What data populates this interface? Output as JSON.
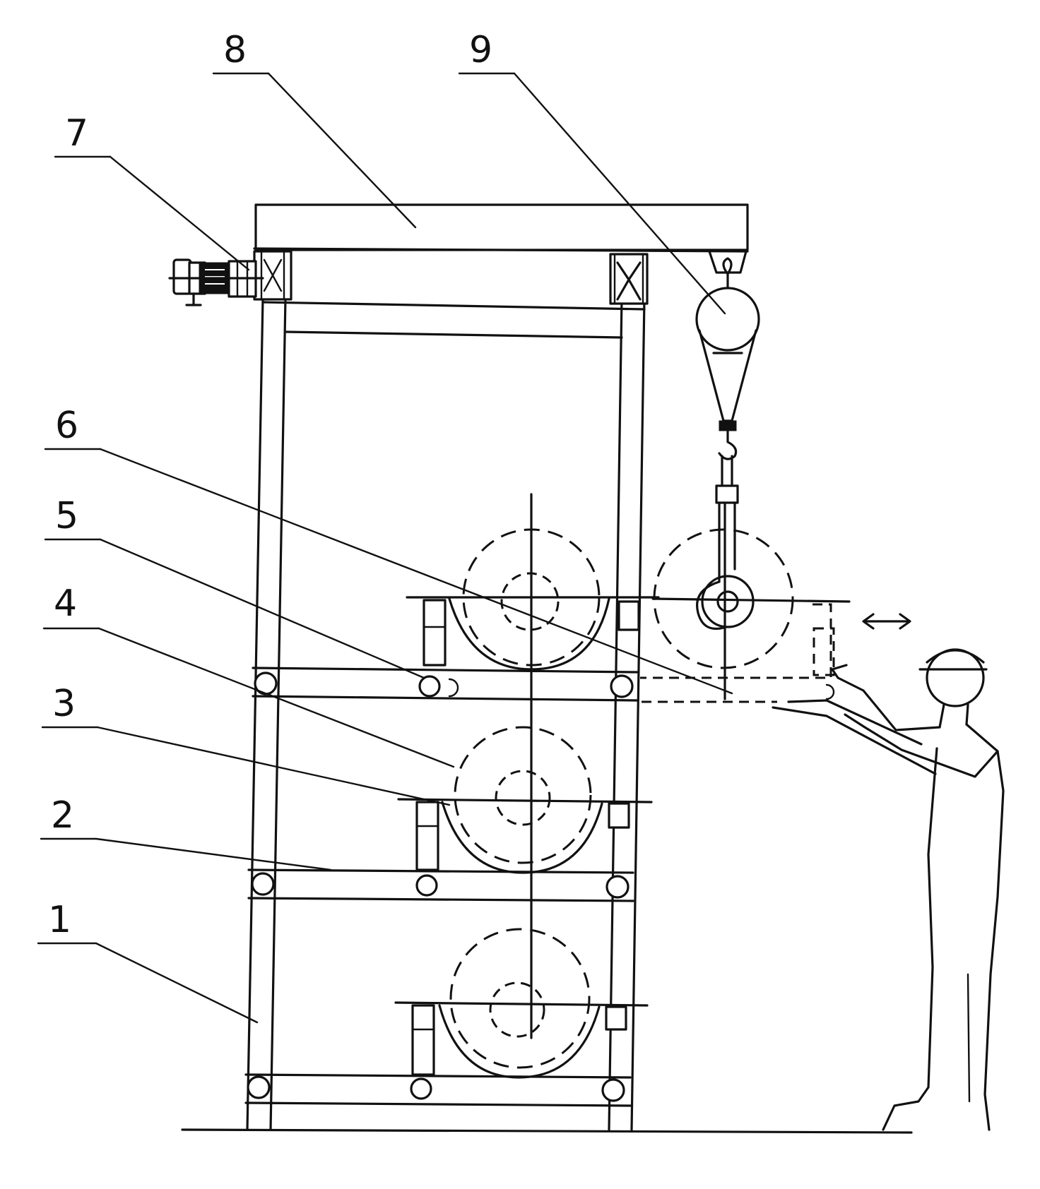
{
  "labels": {
    "n1": "1",
    "n2": "2",
    "n3": "3",
    "n4": "4",
    "n5": "5",
    "n6": "6",
    "n7": "7",
    "n8": "8",
    "n9": "9"
  },
  "colors": {
    "ink": "#111111",
    "paper": "#ffffff"
  }
}
